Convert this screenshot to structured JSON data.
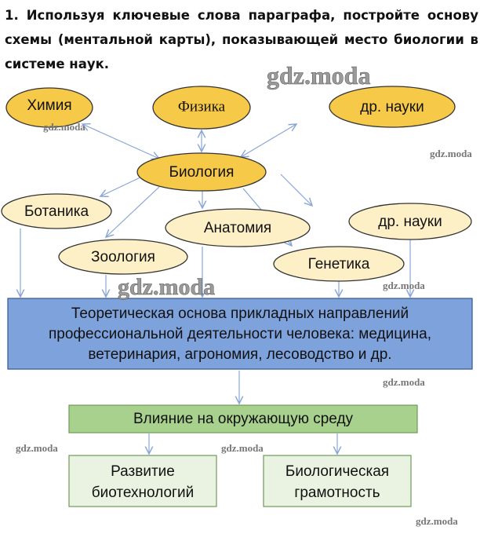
{
  "task": {
    "text": "1. Используя ключевые слова параграфа, постройте основу схемы (ментальной карты), показывающей место биологии в системе наук."
  },
  "top_sciences": [
    "Химия",
    "Физика",
    "др. науки"
  ],
  "center": "Биология",
  "branches": [
    "Ботаника",
    "Анатомия",
    "др. науки",
    "Зоология",
    "Генетика"
  ],
  "basis_box": {
    "lines": [
      "Теоретическая основа прикладных направлений",
      "профессиональной деятельности человека: медицина,",
      "ветеринария, агрономия, лесоводство и др."
    ]
  },
  "influence_box": "Влияние на окружающую среду",
  "outcomes": [
    {
      "lines": [
        "Развитие",
        "биотехнологий"
      ]
    },
    {
      "lines": [
        "Биологическая",
        "грамотность"
      ]
    }
  ],
  "watermark": "gdz.moda",
  "colors": {
    "top": "#f7c948",
    "branch": "#fdf0c6",
    "basis": "#7ea2dc",
    "influence": "#a9d18e",
    "outcome": "#eaf3e2",
    "arrow": "#8aa6d6"
  }
}
